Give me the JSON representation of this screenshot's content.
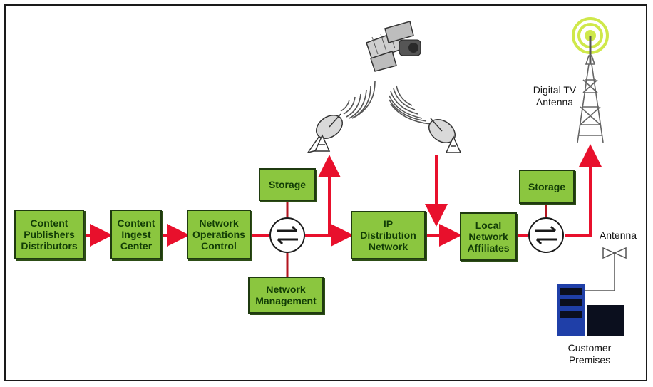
{
  "boxes": {
    "content_publishers": "Content\nPublishers\nDistributors",
    "content_ingest": "Content\nIngest\nCenter",
    "network_operations": "Network\nOperations\nControl",
    "storage_1": "Storage",
    "network_management": "Network\nManagement",
    "ip_distribution": "IP\nDistribution\nNetwork",
    "local_affiliates": "Local\nNetwork\nAffiliates",
    "storage_2": "Storage"
  },
  "labels": {
    "digital_tv_antenna": "Digital TV\nAntenna",
    "antenna": "Antenna",
    "customer_premises": "Customer\nPremises"
  },
  "colors": {
    "box_fill": "#8bc63f",
    "arrow": "#e8102c",
    "connector": "#b3141f",
    "tower_glow": "#cfe84a",
    "building_blue": "#1f3fa8",
    "building_dark": "#0b0f1e"
  }
}
